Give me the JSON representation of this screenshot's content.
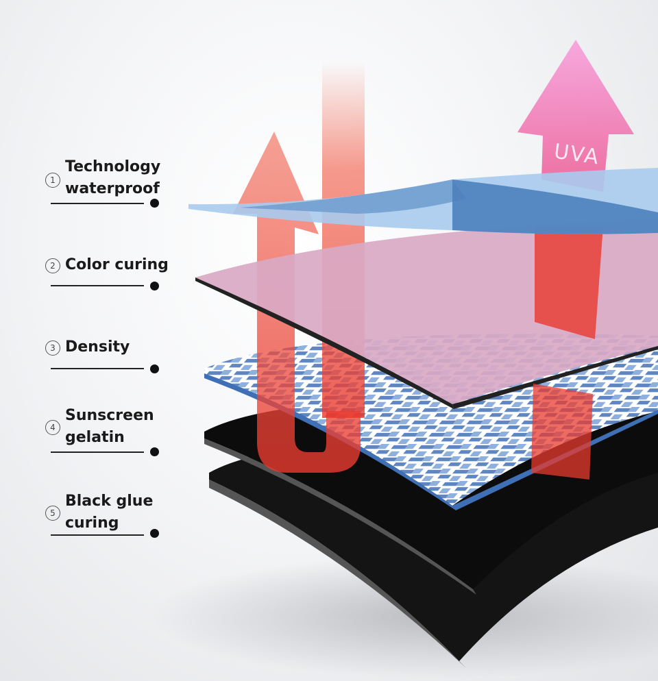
{
  "layers": [
    {
      "number": "1",
      "label_line1": "Technology",
      "label_line2": "waterproof"
    },
    {
      "number": "2",
      "label_line1": "Color curing",
      "label_line2": ""
    },
    {
      "number": "3",
      "label_line1": "Density",
      "label_line2": ""
    },
    {
      "number": "4",
      "label_line1": "Sunscreen",
      "label_line2": "gelatin"
    },
    {
      "number": "5",
      "label_line1": "Black glue",
      "label_line2": "curing"
    }
  ],
  "arrow_label": "UVA",
  "colors": {
    "waterproof_layer": "#8fb7de",
    "color_layer": "#d9a9c4",
    "weave": "#5f86c1",
    "black_layer": "#111111",
    "heat_arrow": "#f15a4a",
    "uva_arrow": "#f27ac8"
  }
}
